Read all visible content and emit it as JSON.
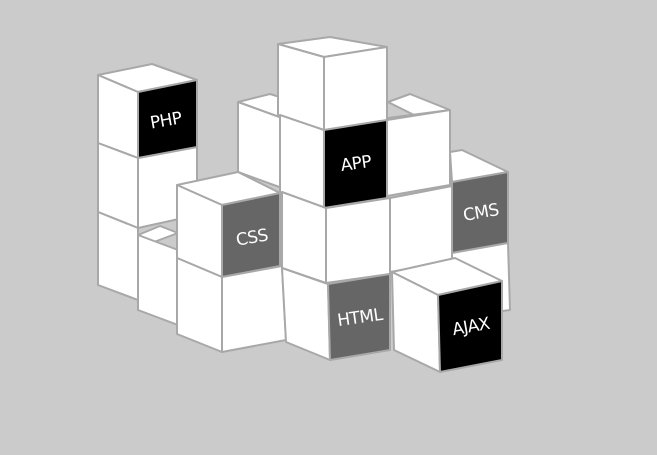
{
  "labels": {
    "php": "PHP",
    "app": "APP",
    "css": "CSS",
    "cms": "CMS",
    "html": "HTML",
    "ajax": "AJAX"
  },
  "colors": {
    "background": "#cbcbcb",
    "cube_face": "#ffffff",
    "cube_edge": "#a8a8a8",
    "dark_face": "#000000",
    "gray_face": "#666666",
    "label_text": "#ffffff"
  }
}
